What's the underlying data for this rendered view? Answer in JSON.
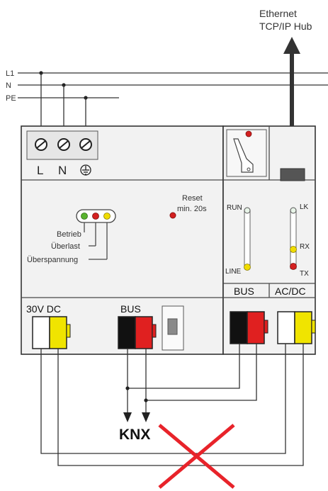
{
  "ethernet": {
    "line1": "Ethernet",
    "line2": "TCP/IP Hub"
  },
  "mains": {
    "l1": "L1",
    "n": "N",
    "pe": "PE"
  },
  "terminals": {
    "l": "L",
    "n": "N"
  },
  "reset": {
    "line1": "Reset",
    "line2": "min. 20s"
  },
  "leds_left": {
    "betrieb": "Betrieb",
    "ueberlast": "Überlast",
    "ueberspannung": "Überspannung"
  },
  "leds_right": {
    "run": "RUN",
    "line": "LINE",
    "lk": "LK",
    "rx": "RX",
    "tx": "TX"
  },
  "ports": {
    "bus_right": "BUS",
    "acdc": "AC/DC",
    "dc30": "30V DC",
    "bus_left": "BUS"
  },
  "knx": "KNX",
  "colors": {
    "red_led": "#d42020",
    "yellow_led": "#f0dc00",
    "green_led": "#59b32e",
    "cross": "#e8232a",
    "yellow_terminal": "#f0e400",
    "red_terminal": "#e02020"
  }
}
